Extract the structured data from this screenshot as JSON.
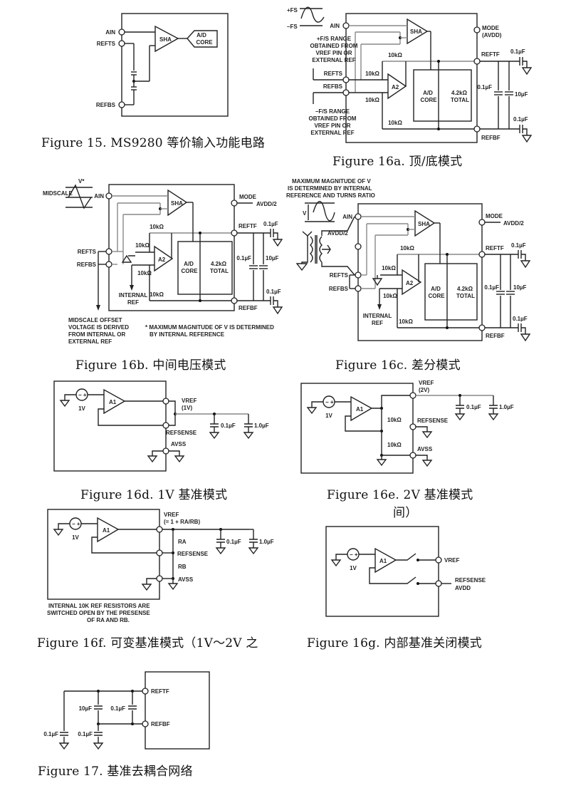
{
  "captions": {
    "fig15": "Figure 15. MS9280 等价输入功能电路",
    "fig16a": "Figure 16a. 顶/底模式",
    "fig16b": "Figure 16b. 中间电压模式",
    "fig16c": "Figure 16c. 差分模式",
    "fig16d": "Figure 16d. 1V 基准模式",
    "fig16e": "Figure 16e. 2V 基准模式",
    "fig16e_wrap": "间）",
    "fig16f": "Figure 16f. 可变基准模式（1V～2V 之",
    "fig16g": "Figure 16g. 内部基准关闭模式",
    "fig17": "Figure 17. 基准去耦合网络"
  },
  "labels": {
    "ain": "AIN",
    "refts": "REFTS",
    "refbs": "REFBS",
    "reftf": "REFTF",
    "refbf": "REFBF",
    "sha": "SHA",
    "ad": "A/D",
    "core": "CORE",
    "a2": "A2",
    "a1": "A1",
    "mode": "MODE",
    "avdd_paren": "(AVDD)",
    "avdd2": "AVDD/2",
    "avdd": "AVDD",
    "r10k": "10kΩ",
    "r42k": "4.2kΩ",
    "total": "TOTAL",
    "c01": "0.1µF",
    "c10": "10µF",
    "c1": "1.0µF",
    "plus_fs": "+FS",
    "minus_fs": "–FS",
    "plus_fs_range": [
      "+F/S RANGE",
      "OBTAINED FROM",
      "VREF PIN OR",
      "EXTERNAL REF"
    ],
    "minus_fs_range": [
      "–F/S RANGE",
      "OBTAINED FROM",
      "VREF PIN OR",
      "EXTERNAL REF"
    ],
    "midscale": "MIDSCALE",
    "vstar": "V*",
    "internal": "INTERNAL",
    "ref": "REF",
    "midscale_note": [
      "MIDSCALE OFFSET",
      "VOLTAGE IS DERIVED",
      "FROM INTERNAL OR",
      "EXTERNAL REF"
    ],
    "max_note": [
      "* MAXIMUM MAGNITUDE OF V IS DETERMINED",
      "BY INTERNAL REFERENCE"
    ],
    "max_note_c": [
      "MAXIMUM MAGNITUDE OF V",
      "IS DETERMINED BY INTERNAL",
      "REFERENCE AND TURNS RATIO"
    ],
    "v": "V",
    "vref": "VREF",
    "vref1v": "(1V)",
    "vref2v": "(2V)",
    "vref_formula": "(= 1 + RA/RB)",
    "refsense": "REFSENSE",
    "avss": "AVSS",
    "src1v": "1V",
    "ra": "RA",
    "rb": "RB",
    "note_f": [
      "INTERNAL 10K REF RESISTORS ARE",
      "SWITCHED OPEN BY THE PRESENSE",
      "OF RA AND RB."
    ]
  }
}
